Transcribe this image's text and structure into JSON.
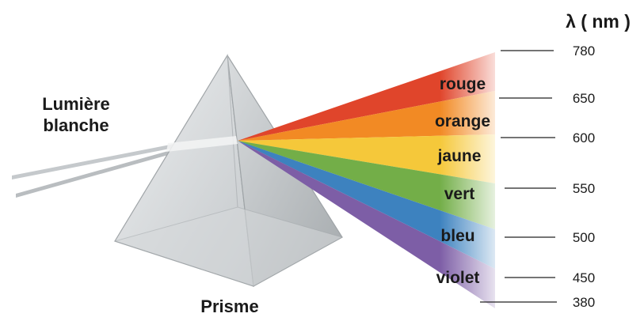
{
  "labels": {
    "white_light": [
      "Lumière",
      "blanche"
    ],
    "prism": "Prisme",
    "axis_unit": "λ ( nm )"
  },
  "spectrum": [
    {
      "name": "rouge",
      "color": "#e0452b"
    },
    {
      "name": "orange",
      "color": "#f28a24"
    },
    {
      "name": "jaune",
      "color": "#f5c83a"
    },
    {
      "name": "vert",
      "color": "#73ae48"
    },
    {
      "name": "bleu",
      "color": "#3d82bf"
    },
    {
      "name": "violet",
      "color": "#7d5ea6"
    }
  ],
  "wavelength_ticks": [
    "780",
    "650",
    "600",
    "550",
    "500",
    "450",
    "380"
  ],
  "colors": {
    "prism_light": "#e6e8e9",
    "prism_mid": "#c9cdcf",
    "prism_dark": "#a9aeb1",
    "text": "#1a1a1a"
  }
}
